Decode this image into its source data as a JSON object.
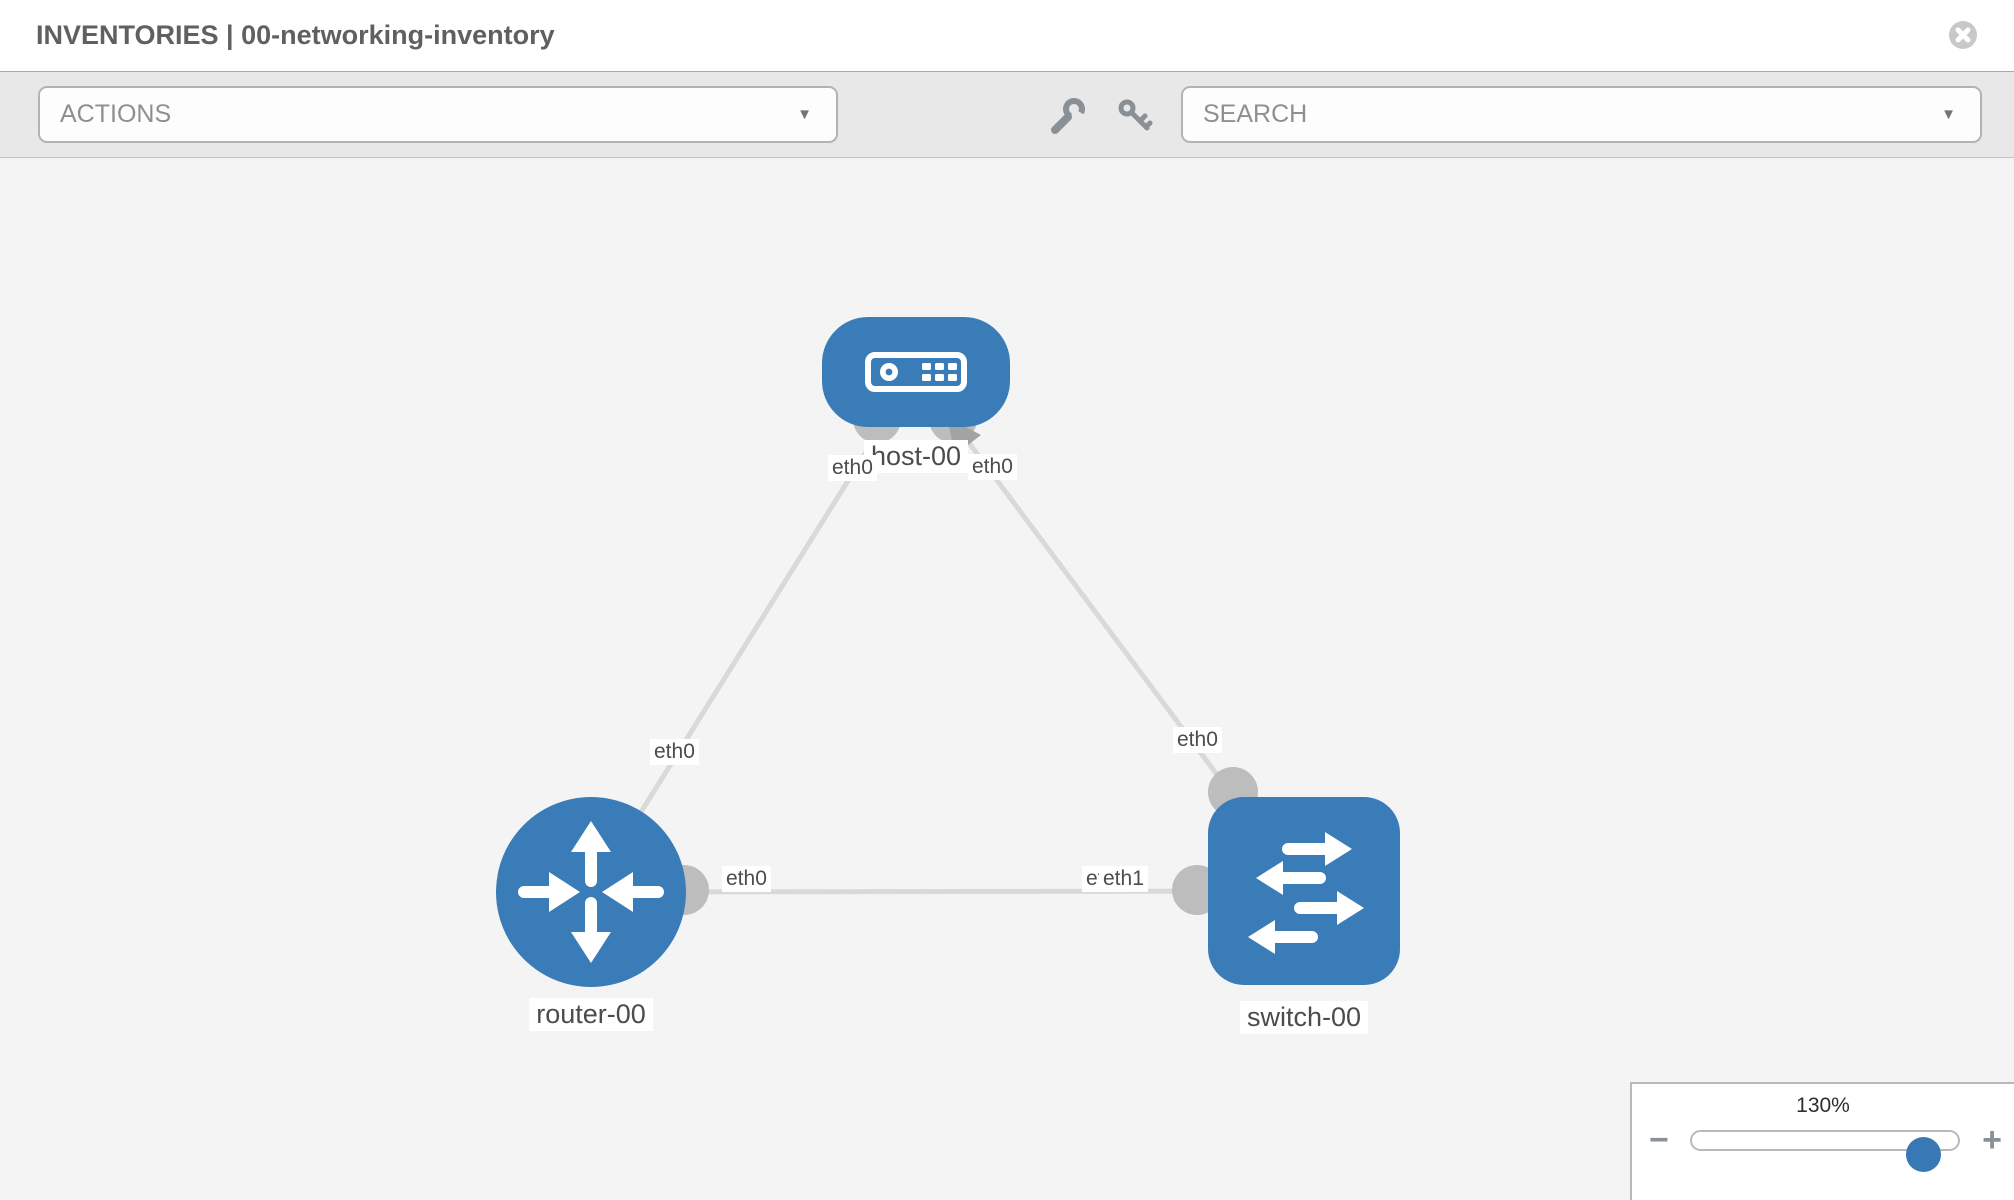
{
  "header": {
    "title": "INVENTORIES | 00-networking-inventory",
    "close_icon": "x-circle-icon"
  },
  "toolbar": {
    "actions_dropdown": {
      "value": "ACTIONS",
      "caret": "▼"
    },
    "search_dropdown": {
      "value": "SEARCH",
      "caret": "▼"
    },
    "icons": [
      "wrench-icon",
      "key-icon"
    ]
  },
  "topology": {
    "nodes": [
      {
        "label": "host-00",
        "type": "host"
      },
      {
        "label": "router-00",
        "type": "router"
      },
      {
        "label": "switch-00",
        "type": "switch"
      }
    ],
    "links": [
      {
        "from": "host-00",
        "to": "router-00",
        "from_interface": "eth0",
        "to_interface": "eth0"
      },
      {
        "from": "host-00",
        "to": "switch-00",
        "from_interface": "eth0",
        "to_interface": "eth0"
      },
      {
        "from": "router-00",
        "to": "switch-00",
        "from_interface": "eth0",
        "to_interface": "eth1",
        "to_interface_under": "eth0"
      }
    ]
  },
  "zoom_control": {
    "level": "130%",
    "minus_label": "−",
    "plus_label": "+"
  },
  "colors": {
    "node_blue": "#3a7cb8",
    "link_gray": "#d9d9d9",
    "connector_gray": "#bdbdbd",
    "canvas_bg": "#f4f4f4",
    "toolbar_bg": "#e8e8e8",
    "slider_thumb_blue": "#3878b5",
    "label_text": "#4c4c4c"
  }
}
